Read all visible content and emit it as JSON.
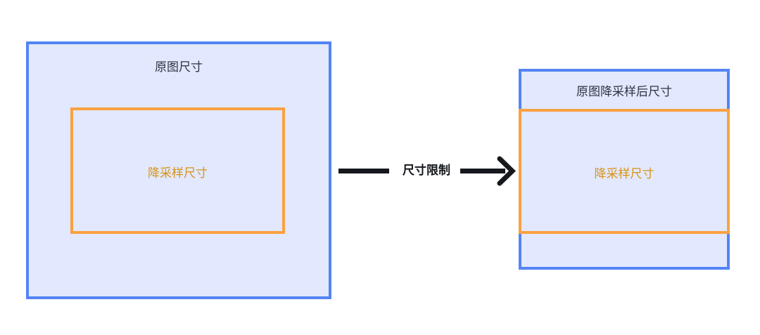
{
  "diagram": {
    "title_semantic": "image-downsampling-size-constraint-diagram",
    "background_color": "#ffffff",
    "palette": {
      "blue_border": "#5484f5",
      "blue_fill": "#e2e8fd",
      "orange_border": "#faa141",
      "orange_text": "#d79316",
      "dark_text": "#2e3440",
      "arrow_color": "#15181c"
    },
    "left_group": {
      "outer_box": {
        "label": "原图尺寸",
        "border_color": "#5484f5",
        "fill_color": "#e2e8fd"
      },
      "inner_box": {
        "label": "降采样尺寸",
        "border_color": "#faa141",
        "fill_color": "#e2e8fd"
      }
    },
    "connector": {
      "label": "尺寸限制",
      "direction": "left-to-right",
      "arrowhead": "chevron-arrow-icon",
      "color": "#15181c"
    },
    "right_group": {
      "outer_box": {
        "label": "原图降采样后尺寸",
        "border_color": "#5484f5",
        "fill_color": "#e2e8fd"
      },
      "inner_box": {
        "label": "降采样尺寸",
        "border_color": "#faa141",
        "fill_color": "#e2e8fd"
      }
    }
  }
}
